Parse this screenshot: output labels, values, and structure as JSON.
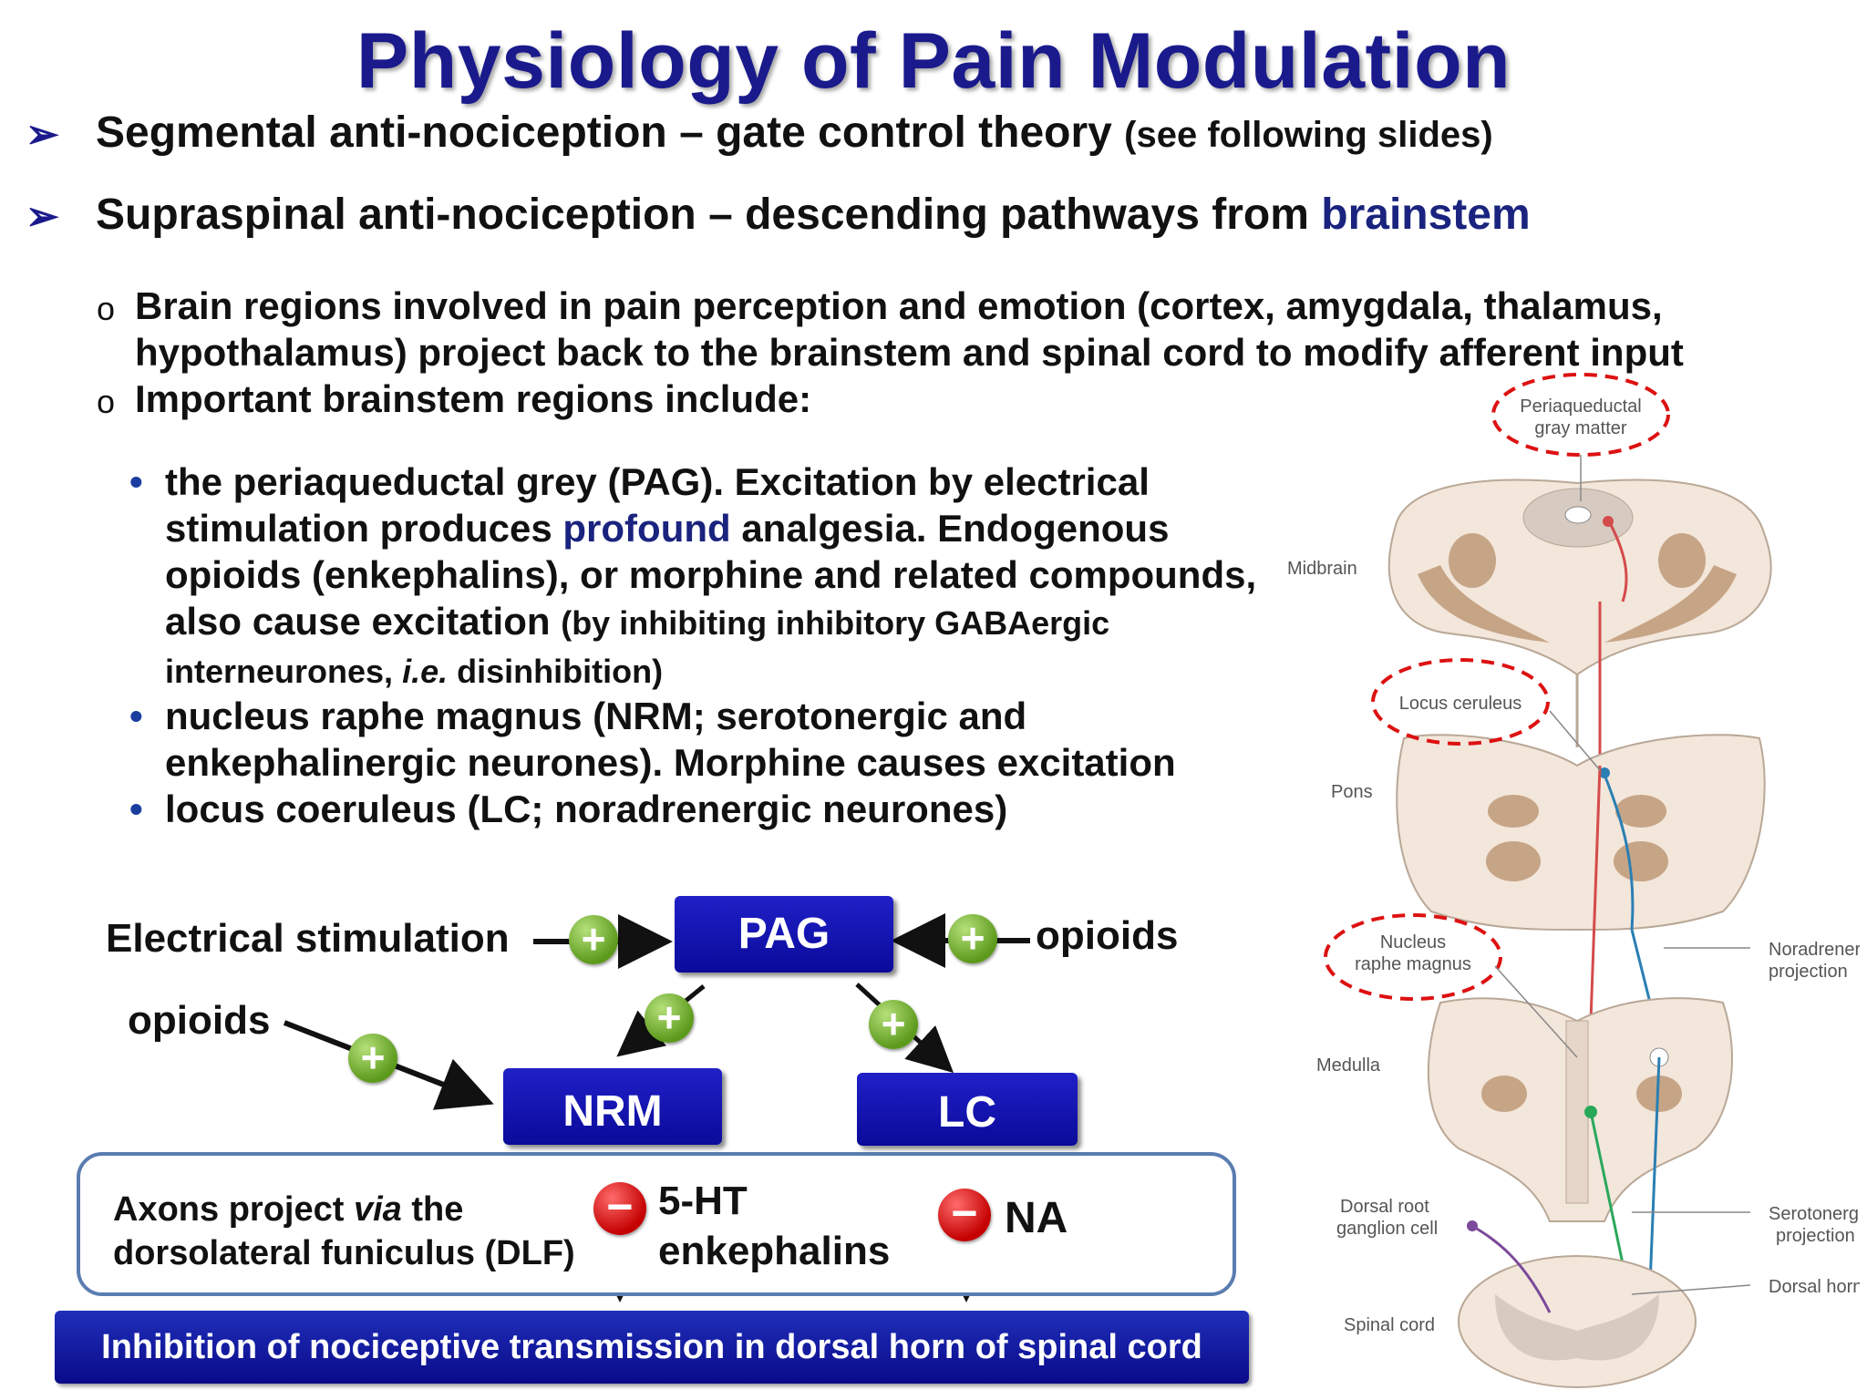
{
  "title": "Physiology of Pain Modulation",
  "points": {
    "segmental_main": "Segmental anti-nociception – gate control theory",
    "segmental_note": "(see following slides)",
    "supraspinal_main": "Supraspinal anti-nociception – descending pathways from",
    "supraspinal_highlight": "brainstem"
  },
  "sub_points": {
    "brain_regions": "Brain regions involved in pain perception and emotion (cortex, amygdala, thalamus, hypothalamus) project back to the brainstem and spinal cord to modify afferent input",
    "important": "Important brainstem regions include:"
  },
  "regions": {
    "pag_a": "the periaqueductal grey (PAG). Excitation by electrical stimulation produces",
    "pag_highlight": "profound",
    "pag_b": "analgesia. Endogenous opioids (enkephalins), or morphine and related compounds, also cause excitation",
    "pag_note_a": "(by inhibiting inhibitory GABAergic interneurones,",
    "pag_note_ie": "i.e.",
    "pag_note_b": "disinhibition)",
    "nrm": "nucleus raphe magnus (NRM; serotonergic and enkephalinergic neurones). Morphine causes excitation",
    "lc": "locus coeruleus (LC; noradrenergic neurones)"
  },
  "flow": {
    "electrical": "Electrical stimulation",
    "opioids_right": "opioids",
    "opioids_left": "opioids",
    "pag": "PAG",
    "nrm": "NRM",
    "lc": "LC",
    "plus": "+",
    "minus": "−",
    "axons_a": "Axons project",
    "axons_via": "via",
    "axons_b": "the",
    "axons_c": "dorsolateral funiculus (DLF)",
    "ht": "5-HT",
    "enk": "enkephalins",
    "na": "NA",
    "inhibition": "Inhibition of nociceptive transmission in dorsal horn of spinal cord"
  },
  "anatomy": {
    "pag_label_1": "Periaqueductal",
    "pag_label_2": "gray matter",
    "midbrain": "Midbrain",
    "locus": "Locus ceruleus",
    "pons": "Pons",
    "nrm_label_1": "Nucleus",
    "nrm_label_2": "raphe magnus",
    "medulla": "Medulla",
    "noradr_1": "Noradrenergic",
    "noradr_2": "projection",
    "drg_1": "Dorsal root",
    "drg_2": "ganglion cell",
    "sero_1": "Serotonergic",
    "sero_2": "projection",
    "dorsal_horn": "Dorsal horn",
    "spinal_cord": "Spinal cord"
  }
}
